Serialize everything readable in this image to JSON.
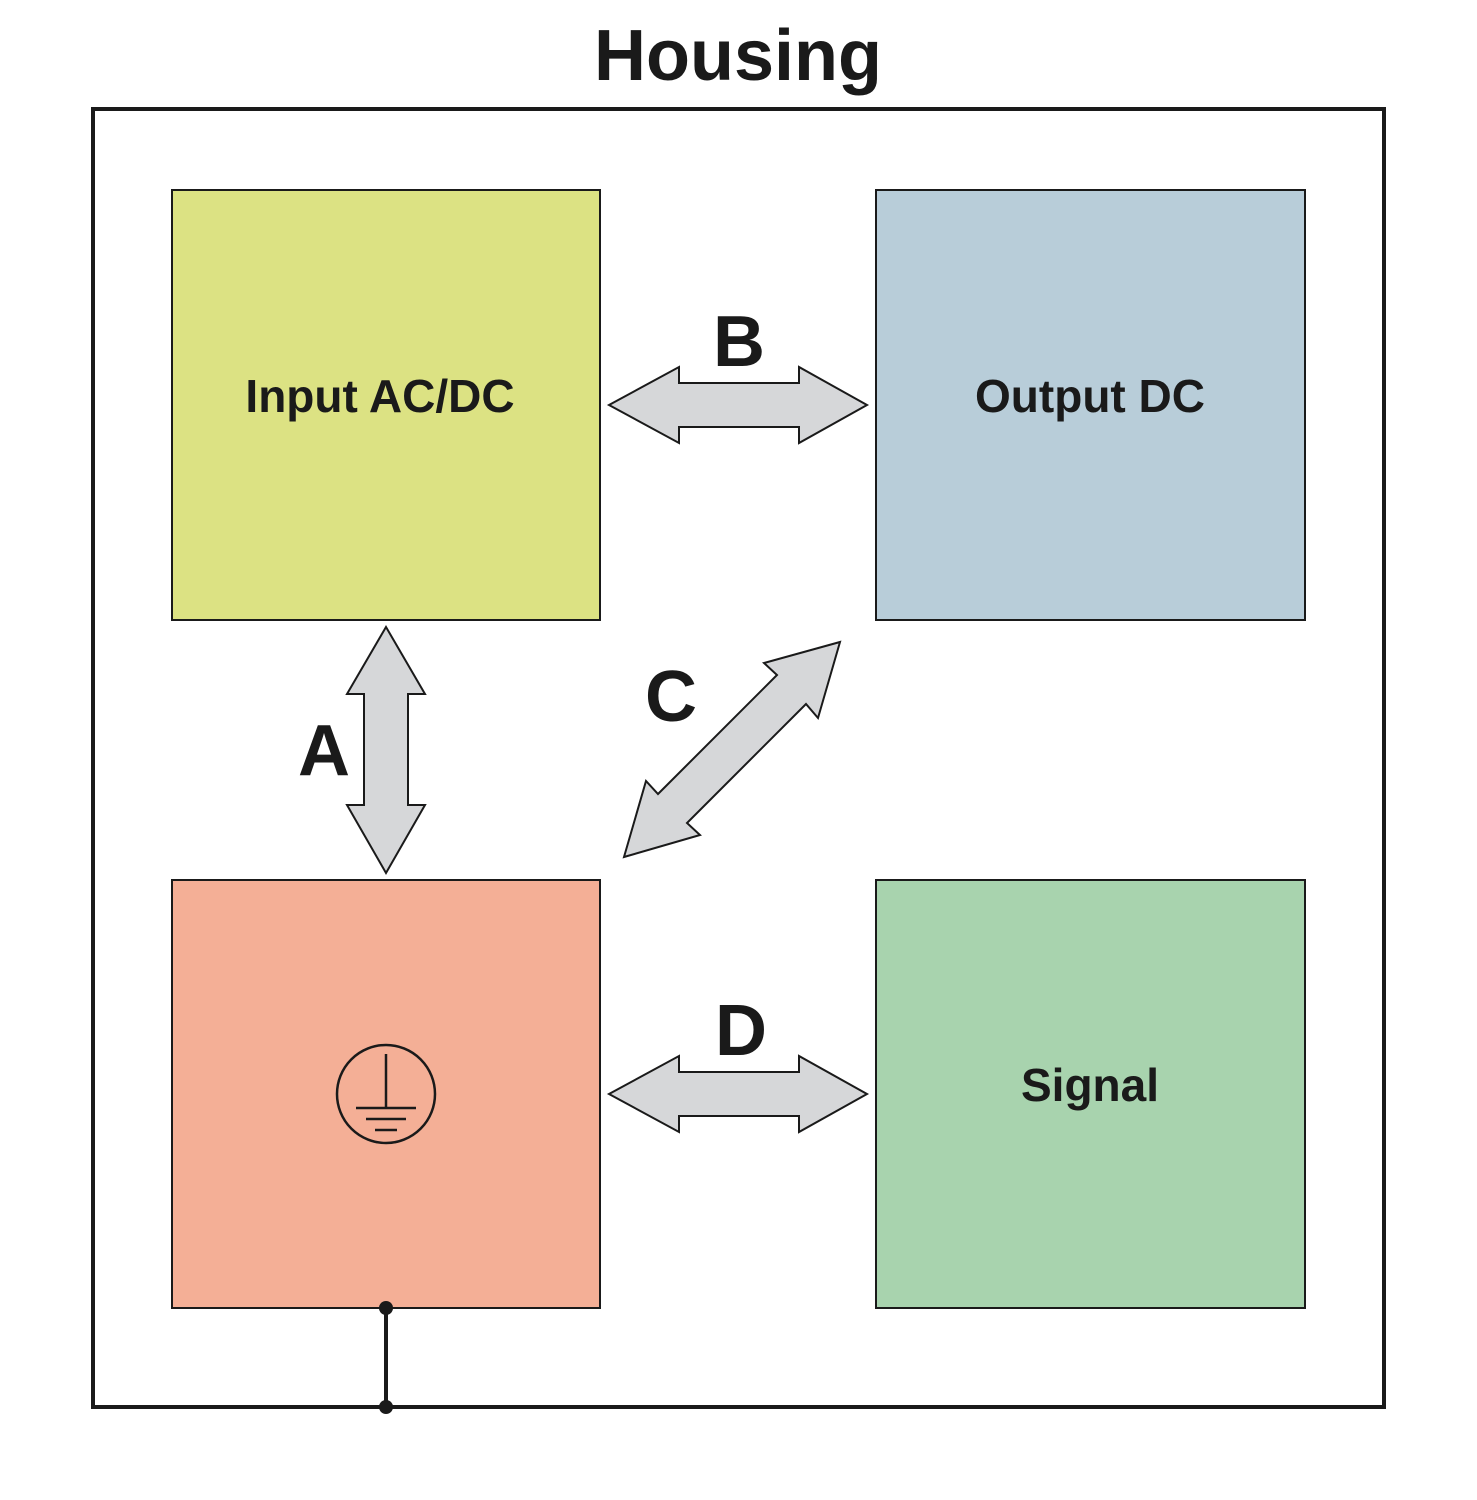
{
  "title": "Housing",
  "blocks": {
    "input": {
      "label": "Input AC/DC",
      "color": "#dce283"
    },
    "output": {
      "label": "Output DC",
      "color": "#b8cdd9"
    },
    "ground": {
      "label": "",
      "icon": "protective-earth-icon",
      "color": "#f4af96"
    },
    "signal": {
      "label": "Signal",
      "color": "#a8d3ae"
    }
  },
  "arrows": {
    "a": {
      "label": "A",
      "connects": [
        "Input AC/DC",
        "ground"
      ]
    },
    "b": {
      "label": "B",
      "connects": [
        "Input AC/DC",
        "Output DC"
      ]
    },
    "c": {
      "label": "C",
      "connects": [
        "ground",
        "Output DC"
      ]
    },
    "d": {
      "label": "D",
      "connects": [
        "ground",
        "Signal"
      ]
    }
  },
  "colors": {
    "arrow_fill": "#d6d7d9",
    "stroke": "#1a1a1a",
    "background": "#ffffff"
  }
}
